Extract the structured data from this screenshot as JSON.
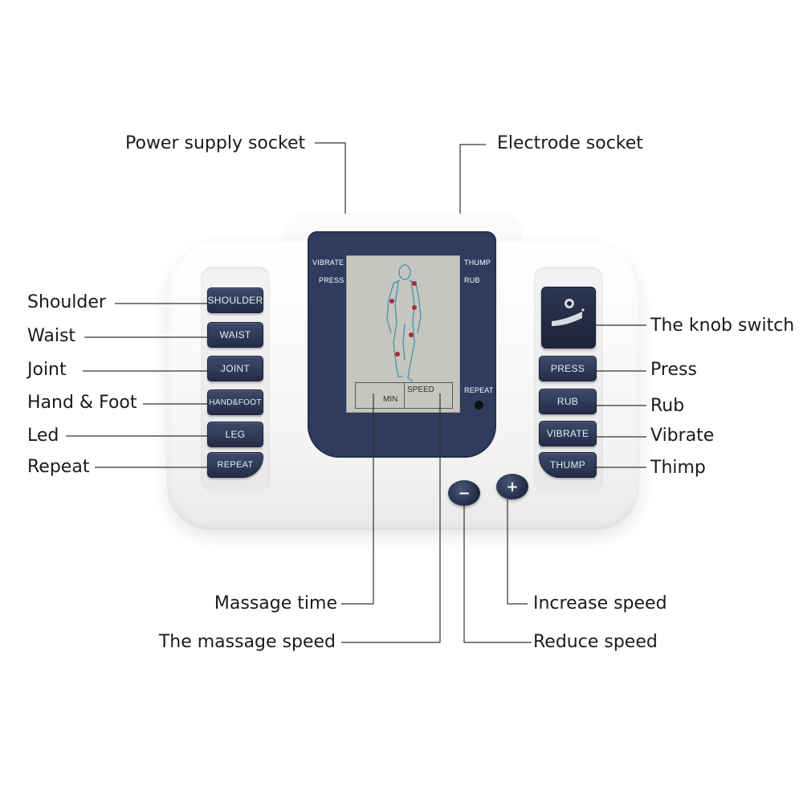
{
  "callouts": {
    "power_supply_socket": "Power supply socket",
    "electrode_socket": "Electrode socket",
    "shoulder": "Shoulder",
    "waist": "Waist",
    "joint": "Joint",
    "hand_foot": "Hand & Foot",
    "led": "Led",
    "repeat": "Repeat",
    "knob_switch": "The knob switch",
    "press": "Press",
    "rub": "Rub",
    "vibrate": "Vibrate",
    "thimp": "Thimp",
    "massage_time": "Massage time",
    "massage_speed": "The massage speed",
    "increase_speed": "Increase speed",
    "reduce_speed": "Reduce speed"
  },
  "device": {
    "left_buttons": [
      "SHOULDER",
      "WAIST",
      "JOINT",
      "HAND&FOOT",
      "LEG",
      "REPEAT"
    ],
    "right_buttons": [
      "PRESS",
      "RUB",
      "VIBRATE",
      "THUMP"
    ],
    "screen": {
      "left_top": "VIBRATE",
      "left_second": "PRESS",
      "right_top": "THUMP",
      "right_second": "RUB",
      "repeat": "REPEAT",
      "min": "MIN",
      "speed": "SPEED"
    },
    "minus_symbol": "−",
    "plus_symbol": "+"
  },
  "colors": {
    "button": "#2a3451",
    "screen_bezel": "#2f3c5e",
    "lcd": "#c5c6c0",
    "body_point": "#b0283a"
  }
}
